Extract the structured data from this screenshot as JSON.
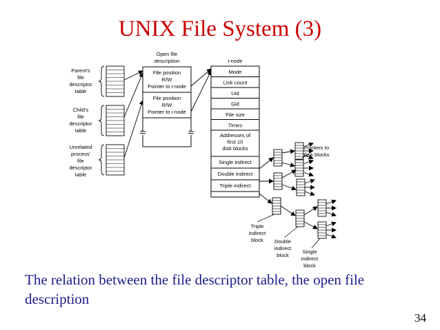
{
  "title": "UNIX File System (3)",
  "caption": "The relation between the file descriptor table, the open file description",
  "page_number": "34",
  "diagram": {
    "open_file_header": [
      "Open file",
      "description"
    ],
    "inode_header": "i-node",
    "parent_label": [
      "Parent's",
      "file",
      "descriptor",
      "table"
    ],
    "child_label": [
      "Child's",
      "file",
      "descriptor",
      "table"
    ],
    "unrelated_label": [
      "Unrelated",
      "process'",
      "file",
      "descriptor",
      "table"
    ],
    "ofd_entry1": [
      "File position",
      "R/W",
      "Pointer to i-node"
    ],
    "ofd_entry2": [
      "File position",
      "R/W",
      "Pointer to i-node"
    ],
    "break_mark": "≈",
    "inode_fields": [
      "Mode",
      "Link count",
      "Uid",
      "Gid",
      "File size",
      "Times"
    ],
    "addresses_field": [
      "Addresses of",
      "first 10",
      "disk blocks"
    ],
    "indirect_fields": [
      "Single indirect",
      "Double indirect",
      "Triple indirect"
    ],
    "pointers_label": [
      "Pointers to",
      "disk blocks"
    ],
    "triple_label": [
      "Triple",
      "indirect",
      "block"
    ],
    "double_label": [
      "Double",
      "indirect",
      "block"
    ],
    "single_label": [
      "Single",
      "indirect",
      "block"
    ]
  }
}
